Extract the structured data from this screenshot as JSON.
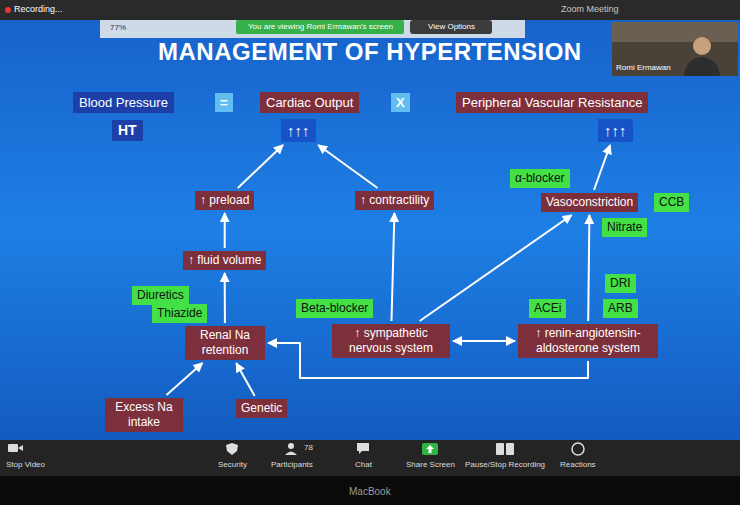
{
  "diagram": {
    "title": "MANAGEMENT OF HYPERTENSION",
    "nodes": [
      {
        "text": [
          "Blood Pressure"
        ]
      },
      {
        "text": [
          "HT"
        ]
      },
      {
        "text": [
          "="
        ]
      },
      {
        "text": [
          "Cardiac Output"
        ]
      },
      {
        "text": [
          "↑↑↑"
        ]
      },
      {
        "text": [
          "X"
        ]
      },
      {
        "text": [
          "Peripheral Vascular Resistance"
        ]
      },
      {
        "text": [
          "↑↑↑"
        ]
      },
      {
        "text": [
          "↑ preload"
        ]
      },
      {
        "text": [
          "↑ contractility"
        ]
      },
      {
        "text": [
          "α-blocker"
        ]
      },
      {
        "text": [
          "Vasoconstriction"
        ]
      },
      {
        "text": [
          "CCB"
        ]
      },
      {
        "text": [
          "Nitrate"
        ]
      },
      {
        "text": [
          "↑ fluid volume"
        ]
      },
      {
        "text": [
          "Diuretics"
        ]
      },
      {
        "text": [
          "Thiazide"
        ]
      },
      {
        "text": [
          "Beta-blocker"
        ]
      },
      {
        "text": [
          "DRI"
        ]
      },
      {
        "text": [
          "ACEi"
        ]
      },
      {
        "text": [
          "ARB"
        ]
      },
      {
        "text": [
          "Renal Na retention"
        ]
      },
      {
        "text": [
          "↑ sympathetic nervous system"
        ]
      },
      {
        "text": [
          "↑ renin-angiotensin-aldosterone system"
        ]
      },
      {
        "text": [
          "Excess Na intake"
        ]
      },
      {
        "text": [
          "Genetic"
        ]
      }
    ],
    "edges": [
      {
        "from": 8,
        "to": 4,
        "arrow": "to"
      },
      {
        "from": 9,
        "to": 4,
        "arrow": "to"
      },
      {
        "from": 11,
        "to": 7,
        "arrow": "to"
      },
      {
        "from": 14,
        "to": 8,
        "arrow": "to"
      },
      {
        "from": 21,
        "to": 14,
        "arrow": "to"
      },
      {
        "from": 22,
        "to": 9,
        "arrow": "to"
      },
      {
        "from": 22,
        "to": 11,
        "arrow": "to"
      },
      {
        "from": 22,
        "to": 23,
        "arrow": "both"
      },
      {
        "from": 23,
        "to": 11,
        "arrow": "to"
      },
      {
        "from": 23,
        "to": 21,
        "arrow": "to"
      },
      {
        "from": 24,
        "to": 21,
        "arrow": "to"
      },
      {
        "from": 25,
        "to": 21,
        "arrow": "to"
      }
    ],
    "labels": [
      "Recording...",
      "Zoom Meeting",
      "77%",
      "You are viewing Romi Ermawan's screen",
      "View Options",
      "Romi Ermawan",
      "Stop Video",
      "Security",
      "78",
      "Participants",
      "Chat",
      "Share Screen",
      "Pause/Stop Recording",
      "Reactions",
      "MacBook"
    ]
  }
}
